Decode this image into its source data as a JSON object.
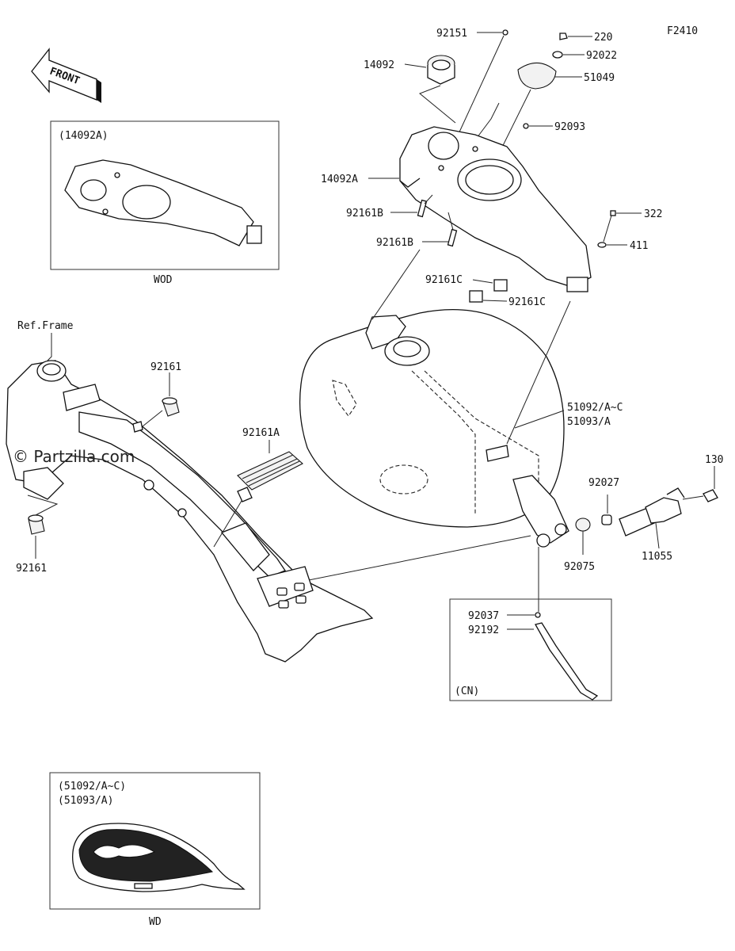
{
  "diagram_code": "F2410",
  "watermark": "© Partzilla.com",
  "front_label": "FRONT",
  "ref_frame_label": "Ref.Frame",
  "insets": {
    "wod": {
      "title": "(14092A)",
      "caption": "WOD"
    },
    "cn": {
      "title": "(CN)"
    },
    "wd": {
      "title_1": "(51092/A~C)",
      "title_2": "(51093/A)",
      "caption": "WD"
    }
  },
  "parts": {
    "p92151": "92151",
    "p220": "220",
    "p14092": "14092",
    "p92022": "92022",
    "p51049": "51049",
    "p92093": "92093",
    "p14092A": "14092A",
    "p92161B_1": "92161B",
    "p92161B_2": "92161B",
    "p322": "322",
    "p411": "411",
    "p92161C_1": "92161C",
    "p92161C_2": "92161C",
    "p92161_1": "92161",
    "p92161A": "92161A",
    "p51092": "51092/A~C",
    "p51093": "51093/A",
    "p130": "130",
    "p92027": "92027",
    "p92075": "92075",
    "p11055": "11055",
    "p92161_2": "92161",
    "p92037": "92037",
    "p92192": "92192"
  }
}
